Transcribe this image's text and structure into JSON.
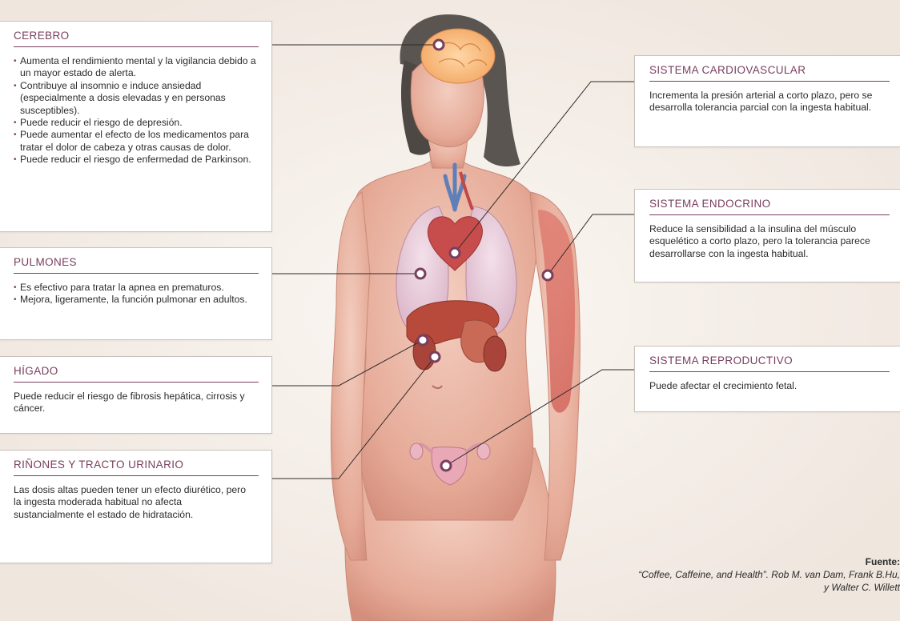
{
  "sections": {
    "cerebro": {
      "title": "CEREBRO",
      "bullets": [
        "Aumenta el rendimiento mental y la vigilancia debido a un mayor estado de alerta.",
        "Contribuye al insomnio e induce ansiedad (especialmente a dosis elevadas y en personas susceptibles).",
        "Puede reducir el riesgo de depresión.",
        "Puede aumentar el efecto de los medicamentos para tratar el dolor de cabeza y otras causas de dolor.",
        "Puede reducir el riesgo de enfermedad de Parkinson."
      ]
    },
    "pulmones": {
      "title": "PULMONES",
      "bullets": [
        "Es efectivo para tratar la apnea en prematuros.",
        "Mejora, ligeramente, la función pulmonar en adultos."
      ]
    },
    "higado": {
      "title": "HÍGADO",
      "text": "Puede reducir el riesgo de fibrosis hepática, cirrosis y cáncer."
    },
    "rinones": {
      "title": "RIÑONES Y TRACTO URINARIO",
      "text": "Las dosis altas pueden tener un efecto diurético, pero la ingesta moderada habitual no afecta sustancialmente el estado de hidratación."
    },
    "cardio": {
      "title": "SISTEMA CARDIOVASCULAR",
      "text": "Incrementa la presión arterial a corto plazo, pero  se desarrolla tolerancia parcial con la ingesta habitual."
    },
    "endocrino": {
      "title": "SISTEMA ENDOCRINO",
      "text": "Reduce la sensibilidad a la insulina del músculo esquelético a corto plazo, pero la tolerancia parece desarrollarse con la ingesta habitual."
    },
    "reproductivo": {
      "title": "SISTEMA REPRODUCTIVO",
      "text": "Puede afectar el crecimiento fetal."
    }
  },
  "source": {
    "label": "Fuente:",
    "text": "“Coffee, Caffeine, and Health”. Rob M. van Dam, Frank B.Hu, y Walter C. Willett"
  },
  "colors": {
    "accent": "#7a3e5f",
    "background": "#f6f1ec",
    "skin": "#eab7a6",
    "organs": "#b84a3c",
    "lungs": "#e8c9d6",
    "hair": "#5a5551",
    "leader_line": "#2f2a2a"
  }
}
